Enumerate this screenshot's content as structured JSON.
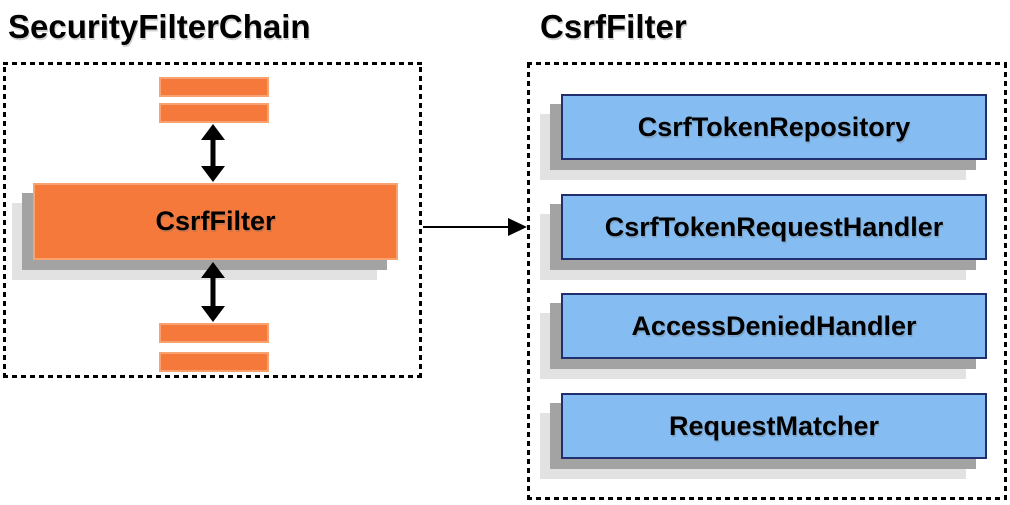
{
  "colors": {
    "orange_fill": "#F4793B",
    "orange_border": "#F8A171",
    "blue_fill": "#85BDF2",
    "blue_border": "#212F6E",
    "shadow_dark": "#A3A3A3",
    "shadow_light": "#E2E2E2",
    "arrow": "#000000",
    "text": "#000000"
  },
  "left_panel": {
    "title": "SecurityFilterChain",
    "csrf_filter_label": "CsrfFilter"
  },
  "right_panel": {
    "title": "CsrfFilter",
    "components": [
      {
        "label": "CsrfTokenRepository"
      },
      {
        "label": "CsrfTokenRequestHandler"
      },
      {
        "label": "AccessDeniedHandler"
      },
      {
        "label": "RequestMatcher"
      }
    ]
  }
}
